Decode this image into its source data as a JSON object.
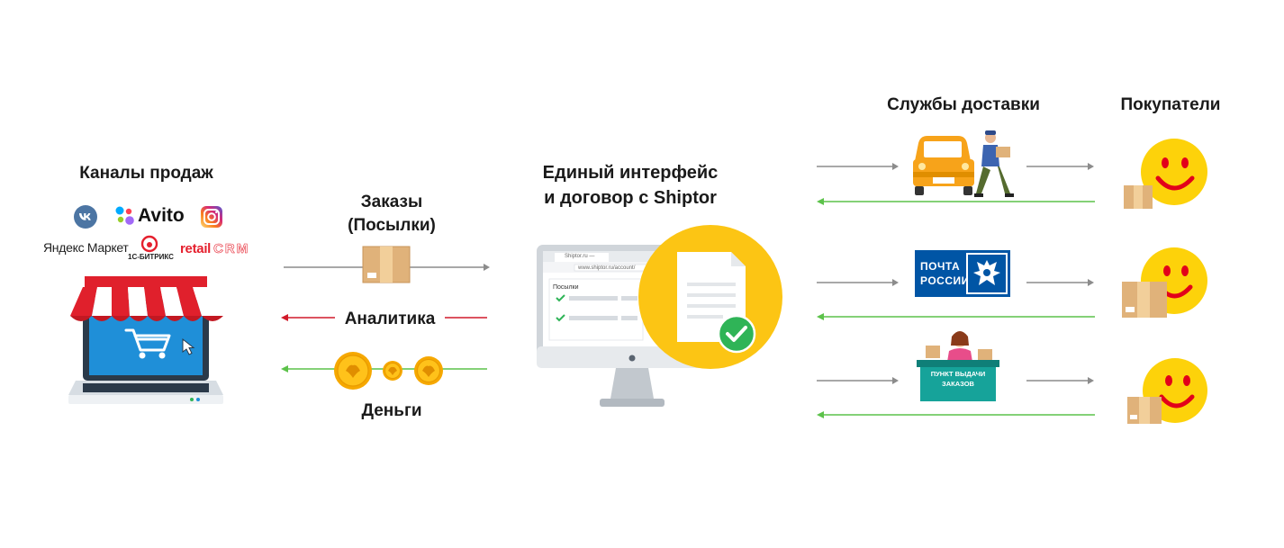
{
  "left": {
    "title": "Каналы продаж",
    "logos": {
      "vk": "VK",
      "avito": "Avito",
      "yandex": "Яндекс Маркет",
      "bitrix": "1С-БИТРИКС",
      "retail": "retail",
      "crm": "CRM"
    }
  },
  "flows": {
    "orders": "Заказы\n(Посылки)",
    "analytics": "Аналитика",
    "money": "Деньги"
  },
  "center": {
    "title": "Единый интерфейс\nи договор с Shiptor",
    "browser_tab": "Shiptor.ru —",
    "browser_url": "www.shiptor.ru/account/",
    "browser_section": "Посылки"
  },
  "right": {
    "delivery_title": "Службы доставки",
    "buyers_title": "Покупатели",
    "post_logo_line1": "ПОЧТА",
    "post_logo_line2": "РОССИИ",
    "pickup_line1": "ПУНКТ ВЫДАЧИ",
    "pickup_line2": "ЗАКАЗОВ"
  },
  "colors": {
    "arrow_gray": "#8c8c8c",
    "arrow_red": "#d11a2a",
    "arrow_green": "#5cc24a",
    "smiley": "#fdd20a",
    "smile_red": "#e2001a",
    "shiptor_yellow": "#fcc514",
    "check_green": "#2fb457",
    "post_blue": "#0055a5",
    "pickup_teal": "#16a39a"
  }
}
